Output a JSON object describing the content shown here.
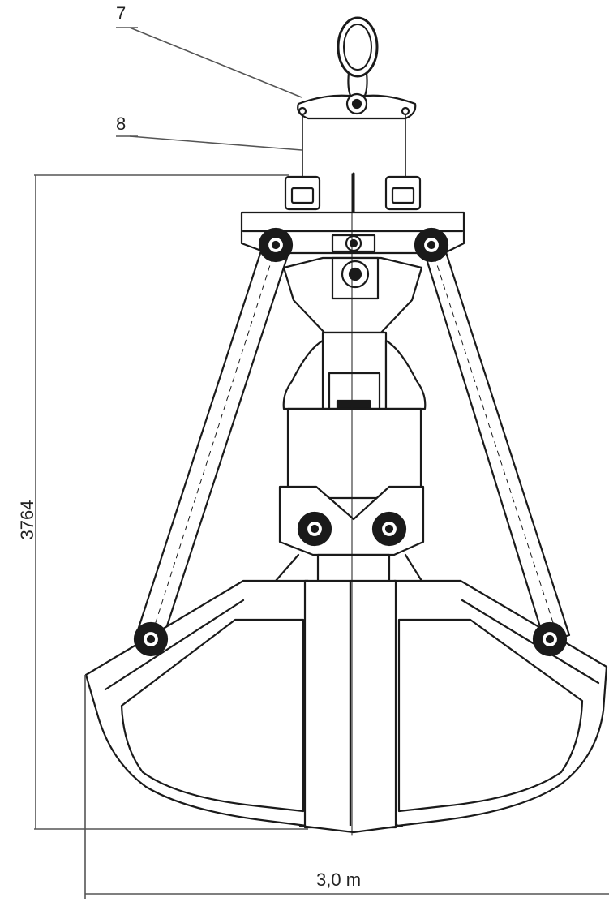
{
  "labels": {
    "callout_7": "7",
    "callout_8": "8",
    "height_dimension": "3764",
    "width_dimension": "3,0 m"
  },
  "colors": {
    "line": "#1a1a1a",
    "dim_line": "#555555",
    "fill": "#ffffff"
  }
}
